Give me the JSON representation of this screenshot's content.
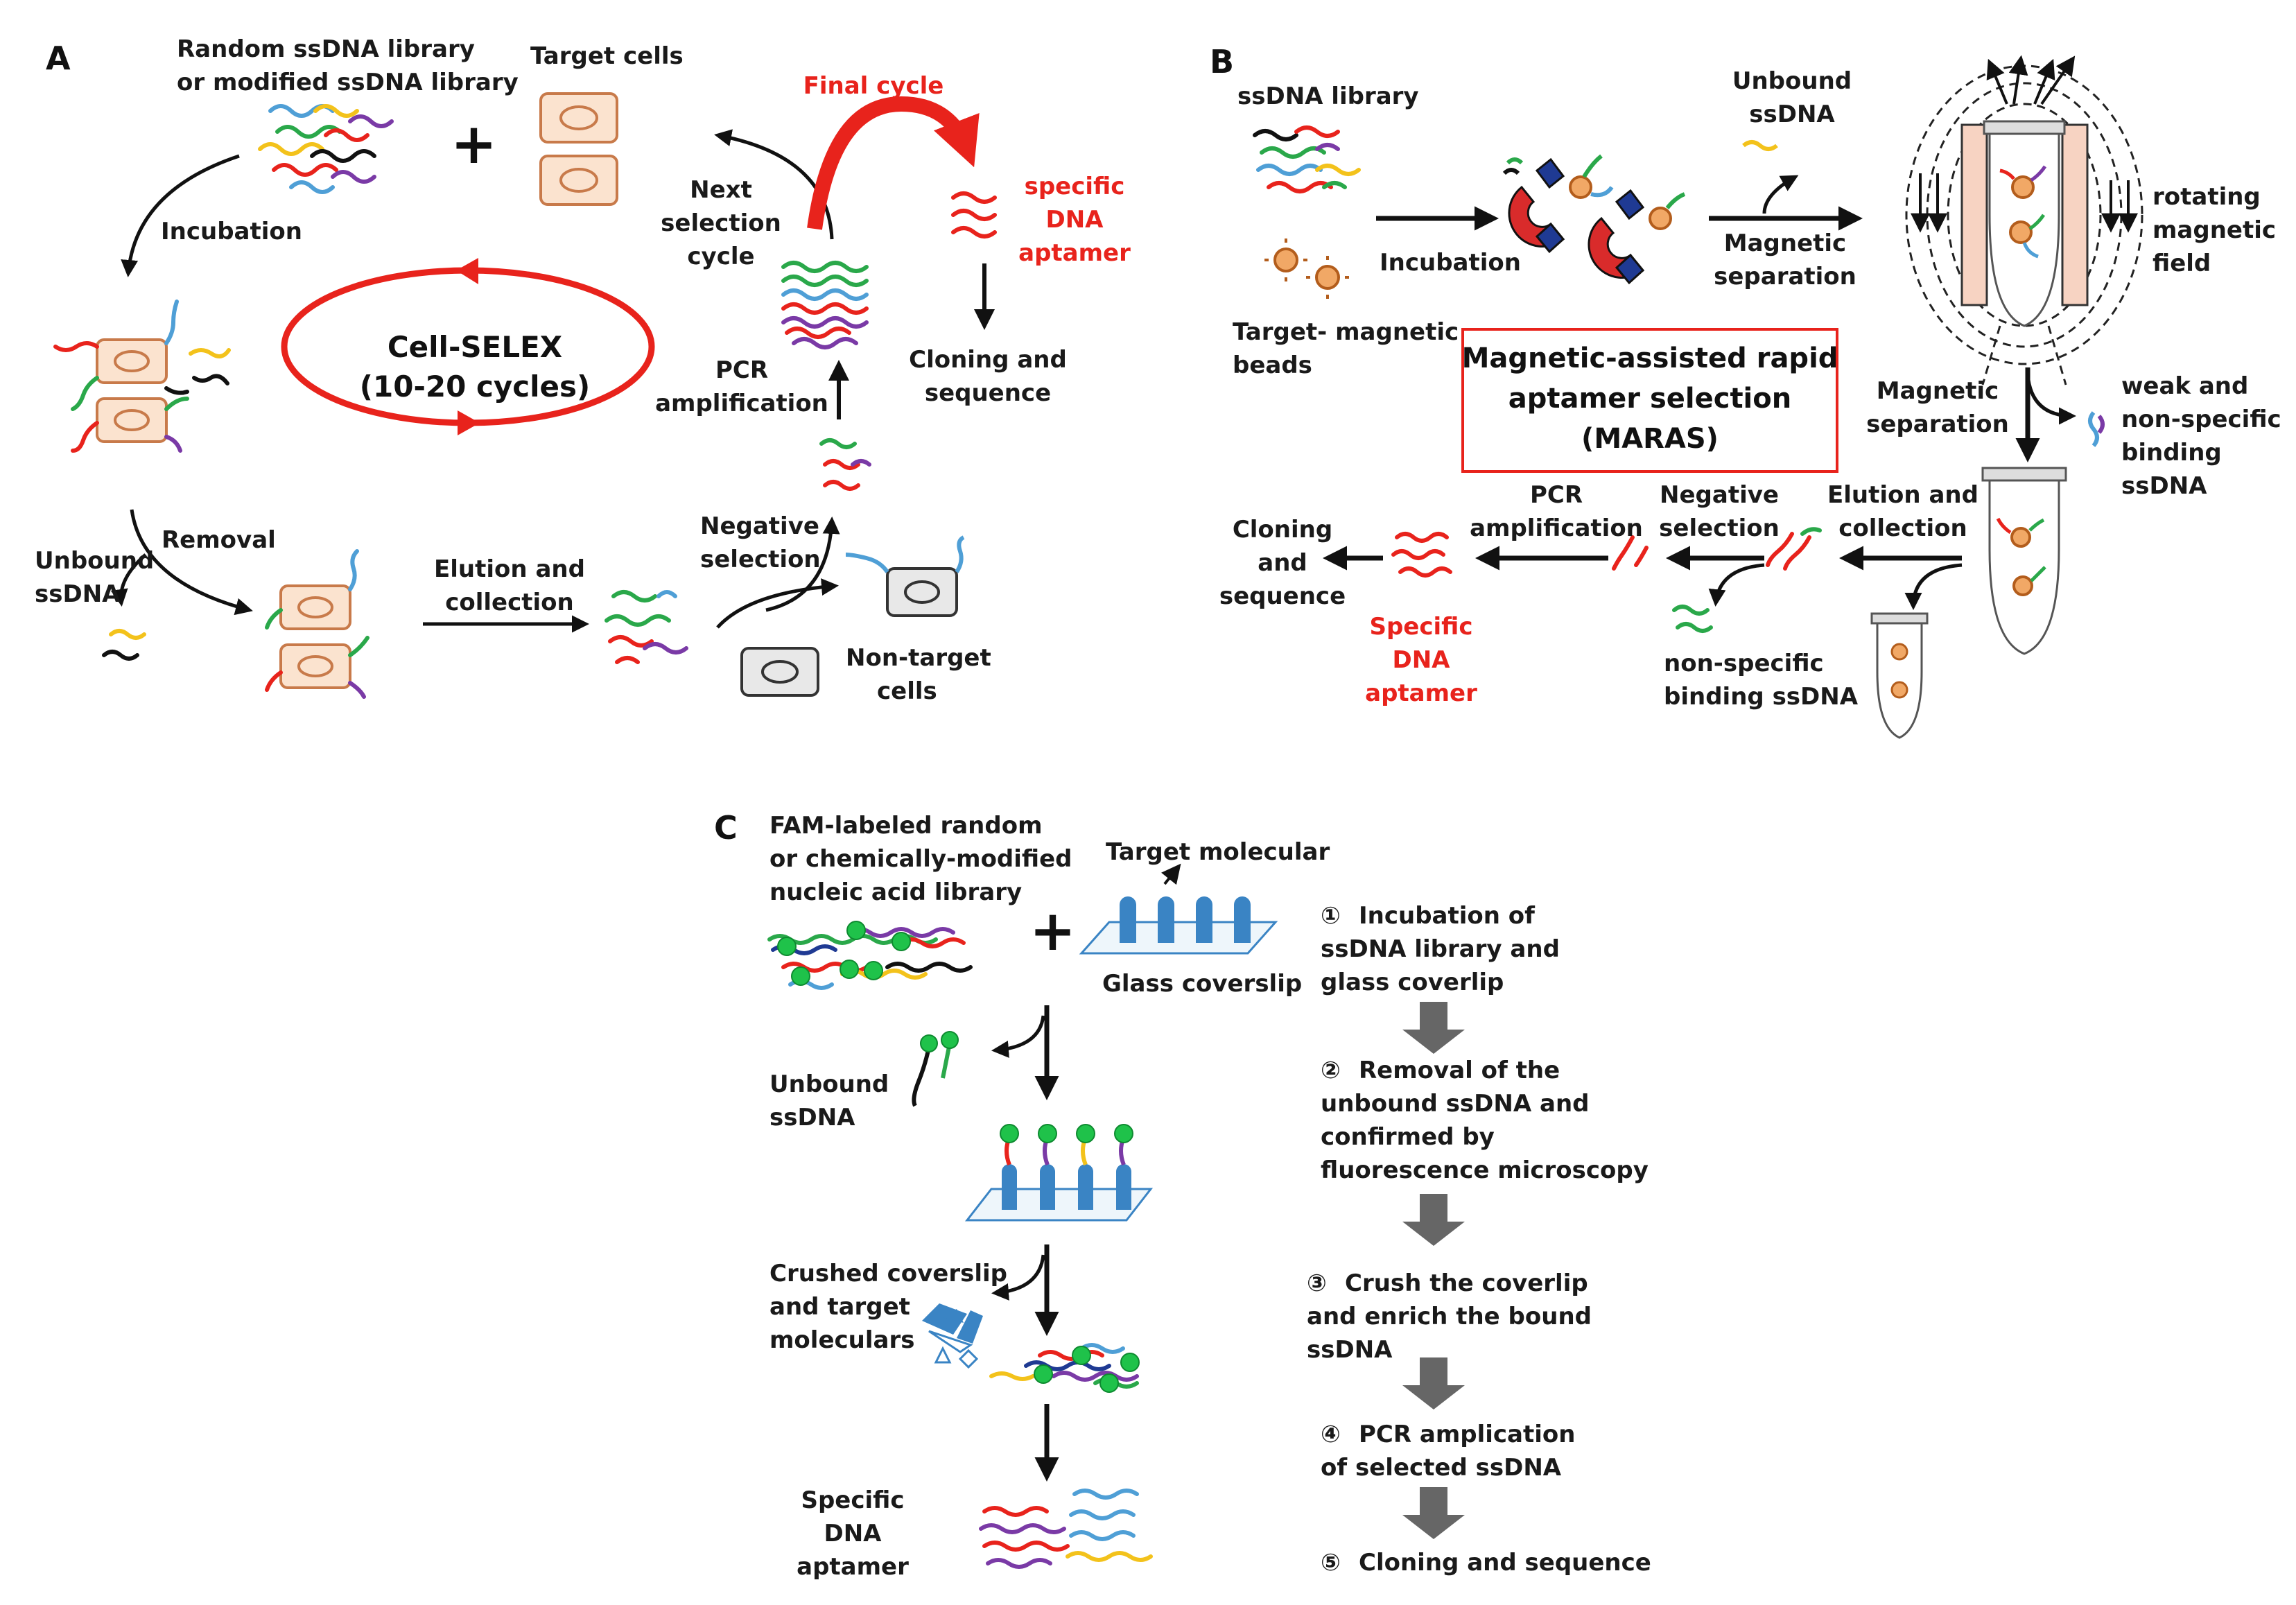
{
  "colors": {
    "red": "#e8231c",
    "black": "#111111",
    "cell_fill": "#fbe3cf",
    "cell_stroke": "#c87a4a",
    "glass_blue": "#3a84c4",
    "grey_arrow": "#666666",
    "strands": [
      "#e8231c",
      "#2aa84a",
      "#4f9fd6",
      "#f3c21b",
      "#7a3aa6",
      "#111111"
    ]
  },
  "panelA": {
    "letter": "A",
    "library_l1": "Random ssDNA library",
    "library_l2": "or modified ssDNA library",
    "plus": "+",
    "target_cells": "Target cells",
    "incubation": "Incubation",
    "cycle_l1": "Cell-SELEX",
    "cycle_l2": "(10-20 cycles)",
    "removal": "Removal",
    "unbound_l1": "Unbound",
    "unbound_l2": "ssDNA",
    "elution_l1": "Elution and",
    "elution_l2": "collection",
    "negative_l1": "Negative",
    "negative_l2": "selection",
    "nontarget_l1": "Non-target",
    "nontarget_l2": "cells",
    "pcr_l1": "PCR",
    "pcr_l2": "amplification",
    "next_l1": "Next",
    "next_l2": "selection",
    "next_l3": "cycle",
    "final_cycle": "Final cycle",
    "specific_l1": "specific",
    "specific_l2": "DNA",
    "specific_l3": "aptamer",
    "cloning_l1": "Cloning and",
    "cloning_l2": "sequence"
  },
  "panelB": {
    "letter": "B",
    "library": "ssDNA library",
    "beads_l1": "Target- magnetic",
    "beads_l2": "beads",
    "incubation": "Incubation",
    "unbound_l1": "Unbound",
    "unbound_l2": "ssDNA",
    "magsep_l1": "Magnetic",
    "magsep_l2": "separation",
    "rotating_l1": "rotating",
    "rotating_l2": "magnetic",
    "rotating_l3": "field",
    "maras_l1": "Magnetic-assisted rapid",
    "maras_l2": "aptamer selection",
    "maras_l3": "(MARAS)",
    "magsep2_l1": "Magnetic",
    "magsep2_l2": "separation",
    "weak_l1": "weak and",
    "weak_l2": "non-specific",
    "weak_l3": "binding",
    "weak_l4": "ssDNA",
    "elution_l1": "Elution and",
    "elution_l2": "collection",
    "negative_l1": "Negative",
    "negative_l2": "selection",
    "nonspec_l1": "non-specific",
    "nonspec_l2": "binding ssDNA",
    "pcr_l1": "PCR",
    "pcr_l2": "amplification",
    "specific_l1": "Specific",
    "specific_l2": "DNA",
    "specific_l3": "aptamer",
    "cloning_l1": "Cloning",
    "cloning_l2": "and",
    "cloning_l3": "sequence"
  },
  "panelC": {
    "letter": "C",
    "library_l1": "FAM-labeled random",
    "library_l2": "or chemically-modified",
    "library_l3": "nucleic acid library",
    "plus": "+",
    "target_molecular": "Target molecular",
    "glass": "Glass coverslip",
    "unbound_l1": "Unbound",
    "unbound_l2": "ssDNA",
    "crushed_l1": "Crushed coverslip",
    "crushed_l2": "and target",
    "crushed_l3": "moleculars",
    "specific_l1": "Specific",
    "specific_l2": "DNA",
    "specific_l3": "aptamer",
    "steps": [
      {
        "num": "①",
        "lines": [
          "Incubation of",
          "ssDNA library and",
          "glass coverlip"
        ]
      },
      {
        "num": "②",
        "lines": [
          "Removal of the",
          "unbound ssDNA and",
          "confirmed by",
          "fluorescence microscopy"
        ]
      },
      {
        "num": "③",
        "lines": [
          "Crush the coverlip",
          "and enrich  the bound",
          "ssDNA"
        ]
      },
      {
        "num": "④",
        "lines": [
          "PCR amplication",
          "of selected ssDNA"
        ]
      },
      {
        "num": "⑤",
        "lines": [
          "Cloning and sequence"
        ]
      }
    ]
  }
}
